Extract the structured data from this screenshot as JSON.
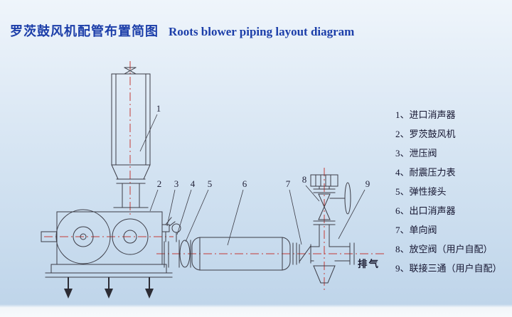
{
  "page": {
    "title_zh": "罗茨鼓风机配管布置简图",
    "title_en": "Roots blower piping layout diagram"
  },
  "legend": {
    "items": [
      "1、进口消声器",
      "2、罗茨鼓风机",
      "3、泄压阀",
      "4、耐震压力表",
      "5、弹性接头",
      "6、出口消声器",
      "7、单向阀",
      "8、放空阀（用户自配）",
      "9、联接三通（用户自配）"
    ]
  },
  "diagram": {
    "exhaust_label": "排气",
    "callouts": [
      "1",
      "2",
      "3",
      "4",
      "5",
      "6",
      "7",
      "8",
      "9"
    ]
  },
  "colors": {
    "title_blue": "#1c3ea9",
    "drawing_line": "#3c3c46",
    "centerline_red": "#c43b36",
    "legend_text": "#14142f"
  }
}
